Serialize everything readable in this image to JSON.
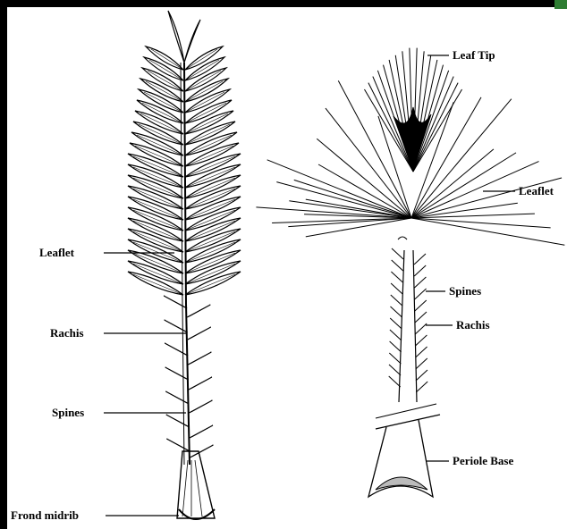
{
  "diagram": {
    "left_labels": {
      "leaflet": "Leaflet",
      "rachis": "Rachis",
      "spines": "Spines",
      "frond_midrib": "Frond midrib"
    },
    "right_labels": {
      "leaf_tip": "Leaf Tip",
      "leaflet": "Leaflet",
      "spines": "Spines",
      "rachis": "Rachis",
      "petiole_base": "Periole Base"
    }
  }
}
